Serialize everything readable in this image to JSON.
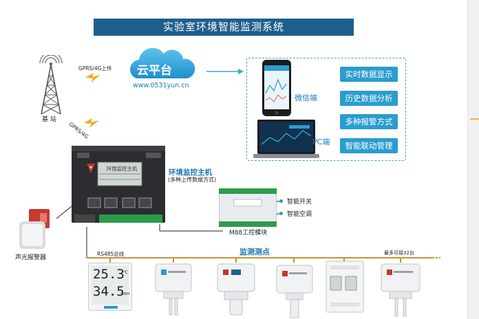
{
  "title": "实验室环境智能监测系统",
  "cloud": {
    "label": "云平台",
    "url": "www.0531yun.cn"
  },
  "gprs_upload_label": "GPRS/4G上传",
  "gprs_label": "GPRS/4G",
  "base_station_label": "基 站",
  "wechat_label": "微信端",
  "pc_label": "PC端",
  "features": [
    "实时数据显示",
    "历史数据分析",
    "多种报警方式",
    "智能联动管理"
  ],
  "host": {
    "title": "环境监控主机",
    "subtitle": "(多种上传数据方式)",
    "screen_title": "环境监控主机"
  },
  "m88_label": "M88工控模块",
  "smart_items": [
    "智能开关",
    "智能空调"
  ],
  "alarm_label": "声光报警器",
  "rs485_label": "RS485总线",
  "measure_label": "监测测点",
  "max_label": "最多可接32台",
  "display_sensor": {
    "temp": "25.3",
    "humidity": "34.5",
    "temp_unit": "℃",
    "hum_unit": "%RH"
  },
  "colors": {
    "banner": "#1f5f8d",
    "accent": "#2a9ccf",
    "link": "#1979b5",
    "bus": "#c8922f"
  }
}
